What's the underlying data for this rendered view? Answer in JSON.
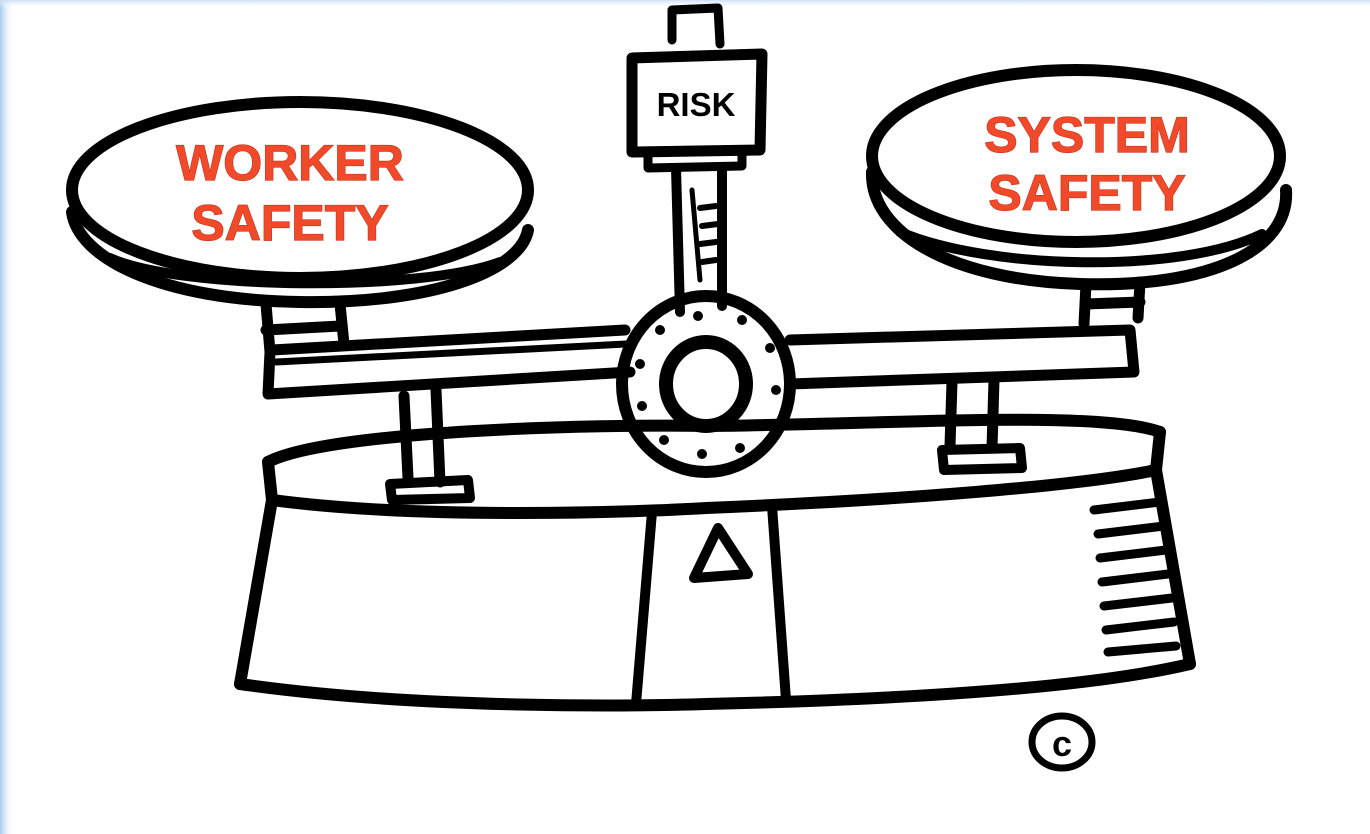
{
  "labels": {
    "left_pan": [
      "WORKER",
      "SAFETY"
    ],
    "right_pan": [
      "SYSTEM",
      "SAFETY"
    ],
    "indicator": "RISK",
    "copyright_mark": "c"
  },
  "colors": {
    "label_fill": "#f04a2a",
    "ink": "#000000",
    "frame_gradient": "#9fc4ee"
  }
}
